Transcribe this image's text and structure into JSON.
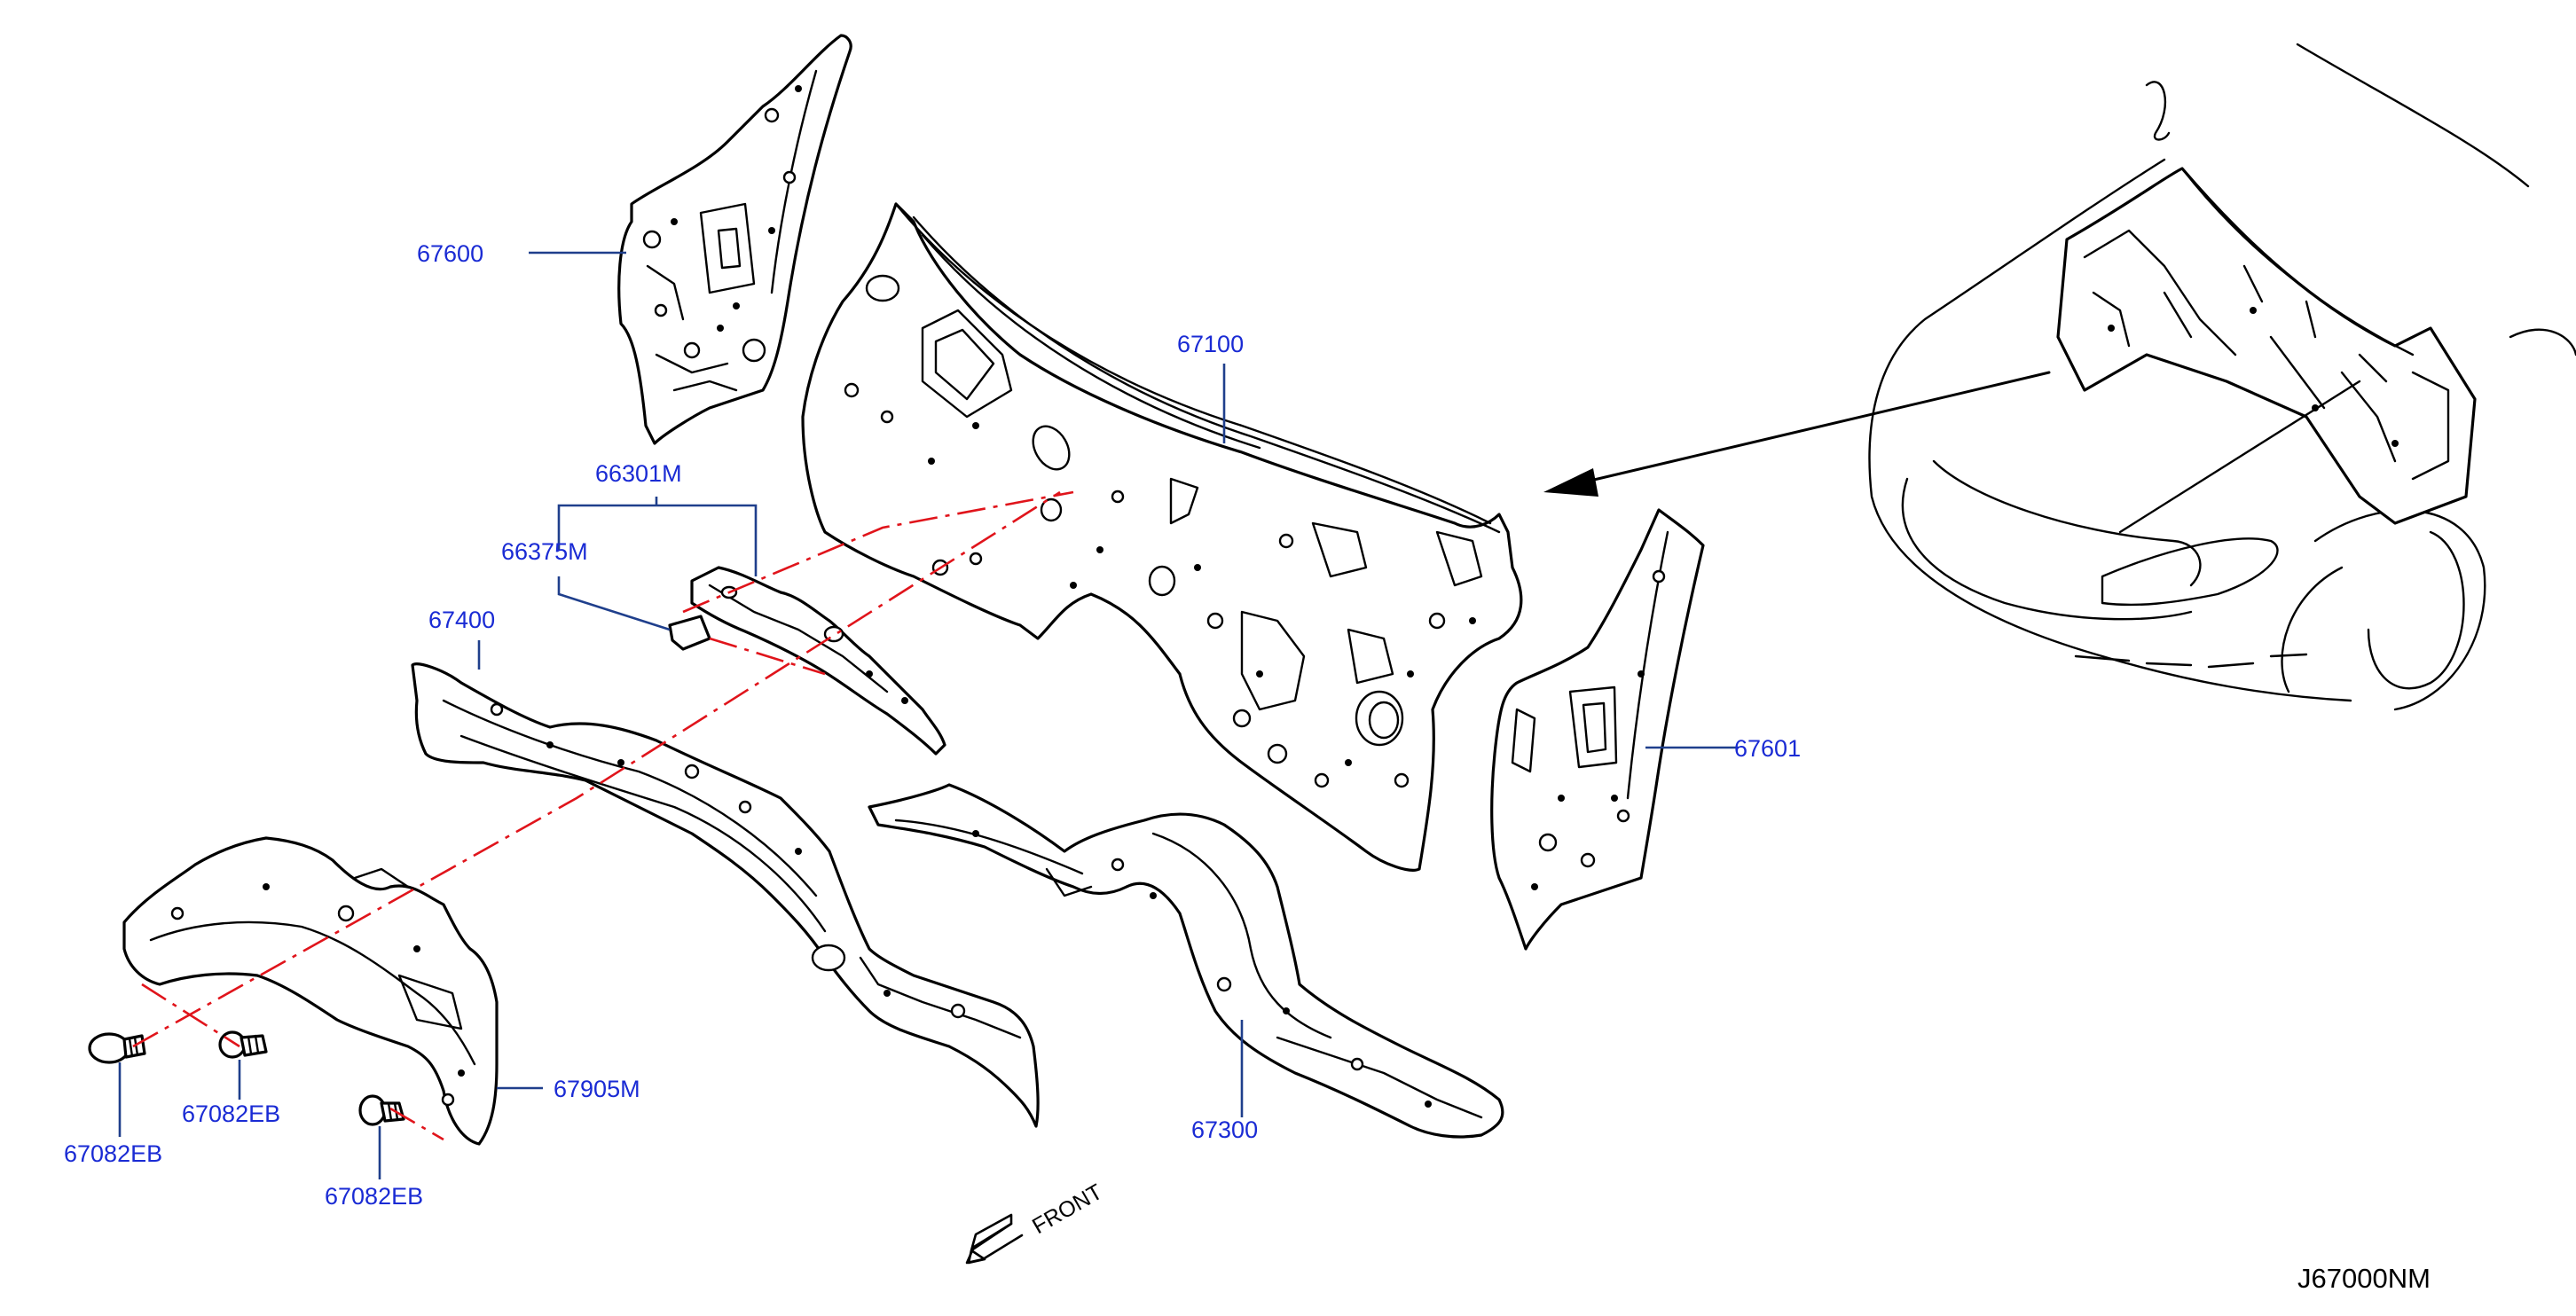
{
  "diagram_ref": "J67000NM",
  "direction_label": "FRONT",
  "colors": {
    "part_number": "#1a2bd4",
    "leader": "#1f3f8c",
    "axis": "#e0141b",
    "line": "#000000"
  },
  "parts": [
    {
      "number": "67600"
    },
    {
      "number": "67100"
    },
    {
      "number": "66301M"
    },
    {
      "number": "66375M"
    },
    {
      "number": "67400"
    },
    {
      "number": "67601"
    },
    {
      "number": "67905M"
    },
    {
      "number": "67300"
    },
    {
      "number": "67082EB"
    },
    {
      "number": "67082EB"
    },
    {
      "number": "67082EB"
    }
  ]
}
